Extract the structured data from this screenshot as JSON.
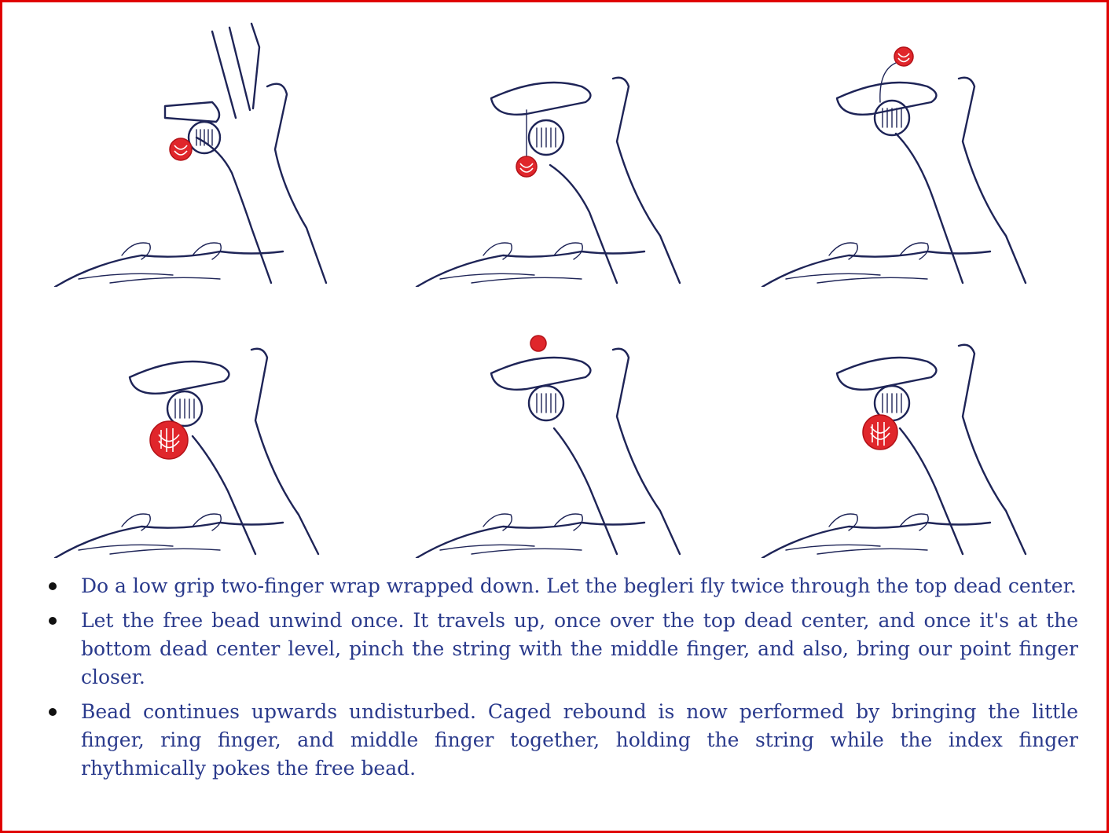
{
  "colors": {
    "border": "#e00000",
    "ink": "#1e2457",
    "bead": "#e0262b",
    "text": "#2a3a8c"
  },
  "steps": [
    "Do a low grip two-finger wrap wrapped down. Let the begleri fly twice through the top dead center.",
    "Let the free bead unwind once. It travels up, once over the top dead center, and once it's at the bottom dead center level, pinch the string with the middle finger, and also, bring our point finger closer.",
    "Bead continues upwards undisturbed. Caged rebound is now performed by bringing the little finger, ring finger, and middle finger together, holding the string while the index finger rhythmically pokes the free bead."
  ]
}
